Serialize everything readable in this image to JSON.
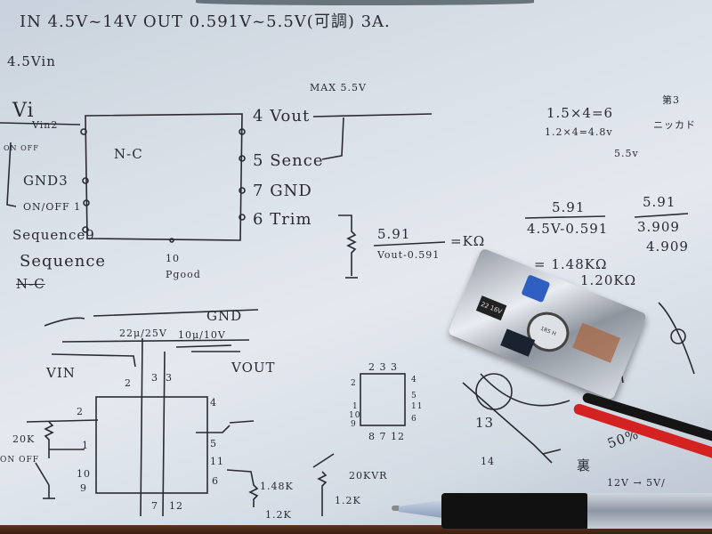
{
  "header_note": "IN 4.5V~14V   OUT 0.591V~5.5V(可調) 3A.",
  "left_notes": {
    "vin_min": "4.5Vin",
    "vin_label": "Vi",
    "pin2_label": "Vin2",
    "on_off_small": "ON OFF",
    "gnd3": "GND3",
    "onoff_pin1": "ON/OFF  1",
    "seq9": "Sequence9",
    "sequence": "Sequence",
    "nc_struck": "N-C"
  },
  "module_block": {
    "center_label": "N-C",
    "bottom_pin": "10",
    "bottom_label": "Pgood",
    "right_pins": [
      {
        "num": "4",
        "name": "Vout"
      },
      {
        "num": "5",
        "name": "Sence"
      },
      {
        "num": "7",
        "name": "GND"
      },
      {
        "num": "6",
        "name": "Trim"
      }
    ],
    "max_note": "MAX 5.5V"
  },
  "trim_formula": {
    "numerator": "5.91",
    "denominator": "Vout-0.591",
    "result": "=KΩ"
  },
  "right_notes": {
    "line1": "1.5×4=6",
    "line2": "1.2×4=4.8v",
    "line3": "5.5v",
    "jp1": "第3",
    "jp2": "ニッカド",
    "calc1_num": "5.91",
    "calc1_den": "4.5V-0.591",
    "calc2_num": "5.91",
    "calc2_den": "3.909",
    "calc2_alt": "4.909",
    "result1": "= 1.48KΩ",
    "result2": "1.20KΩ"
  },
  "schematic": {
    "cap_in": "22μ/25V",
    "cap_out": "10μ/10V",
    "gnd": "GND",
    "vin": "VIN",
    "vout": "VOUT",
    "r_pullup": "20K",
    "onoff": "ON OFF",
    "pins_left": [
      "2",
      "1",
      "10",
      "9"
    ],
    "pins_top": [
      "2",
      "3",
      "3"
    ],
    "pins_right": [
      "4",
      "5",
      "11",
      "6"
    ],
    "pins_bottom": [
      "7",
      "12"
    ],
    "r_trim": "1.48K",
    "r_trim_alt": "1.2K",
    "vr": "20KVR",
    "r_series": "1.2K"
  },
  "pinout_box": {
    "top": "2 3 3",
    "left": [
      "2",
      "1",
      "10",
      "9"
    ],
    "right": [
      "4",
      "5",
      "11",
      "6"
    ],
    "bottom": "8 7 12"
  },
  "bottom_notes": {
    "pin13": "13",
    "pin14": "14",
    "kanji": "裏",
    "length": "50%",
    "conv": "12V → 5V/"
  },
  "board": {
    "inductor_text": "1R5 H",
    "cap_text": "22 16V"
  }
}
